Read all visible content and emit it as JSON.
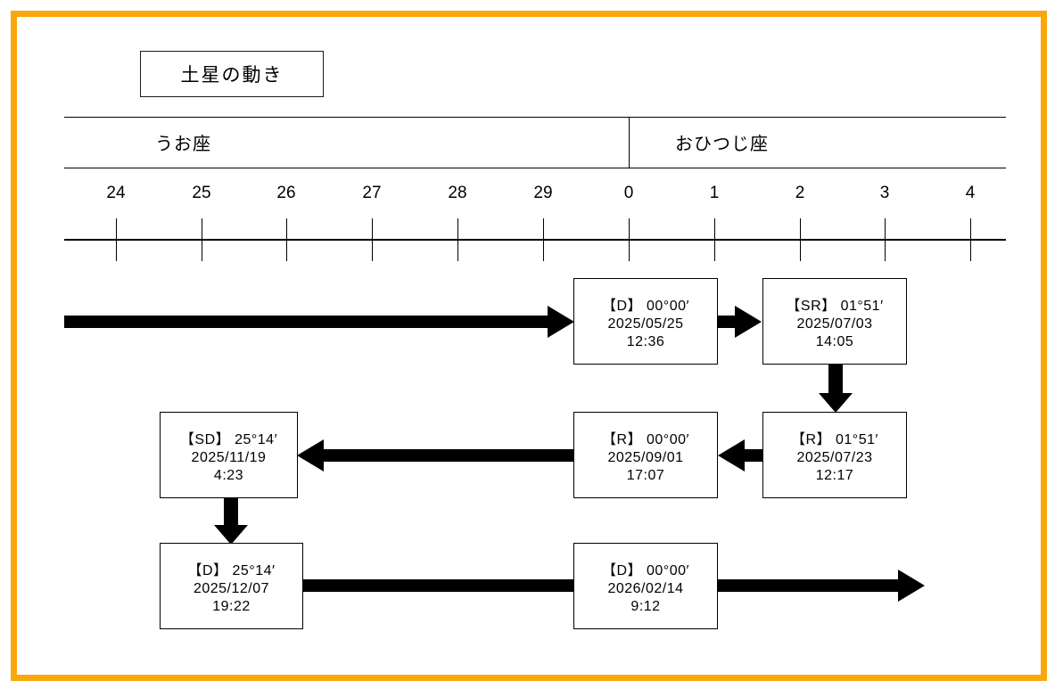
{
  "frame": {
    "border_color": "#f9a80b"
  },
  "title": {
    "text": "土星の動き"
  },
  "zodiac": {
    "signs": [
      {
        "name": "pisces",
        "label": "うお座"
      },
      {
        "name": "aries",
        "label": "おひつじ座"
      }
    ]
  },
  "axis": {
    "tick_labels": [
      "24",
      "25",
      "26",
      "27",
      "28",
      "29",
      "0",
      "1",
      "2",
      "3",
      "4"
    ]
  },
  "events": [
    {
      "id": "e1",
      "status": "【D】 00°00′",
      "date": "2025/05/25",
      "time": "12:36"
    },
    {
      "id": "e2",
      "status": "【SR】 01°51′",
      "date": "2025/07/03",
      "time": "14:05"
    },
    {
      "id": "e3",
      "status": "【R】 01°51′",
      "date": "2025/07/23",
      "time": "12:17"
    },
    {
      "id": "e4",
      "status": "【R】 00°00′",
      "date": "2025/09/01",
      "time": "17:07"
    },
    {
      "id": "e5",
      "status": "【SD】 25°14′",
      "date": "2025/11/19",
      "time": "4:23"
    },
    {
      "id": "e6",
      "status": "【D】 25°14′",
      "date": "2025/12/07",
      "time": "19:22"
    },
    {
      "id": "e7",
      "status": "【D】 00°00′",
      "date": "2026/02/14",
      "time": "9:12"
    }
  ],
  "chart_data": {
    "type": "diagram",
    "title": "土星の動き",
    "xlabel": "",
    "ylabel": "",
    "axis_ticks": [
      24,
      25,
      26,
      27,
      28,
      29,
      0,
      1,
      2,
      3,
      4
    ],
    "sign_boundary_tick": "0",
    "categories": [
      "うお座",
      "おひつじ座"
    ],
    "series": [
      {
        "name": "saturn-motion",
        "points": [
          {
            "label": "【D】 00°00′",
            "date": "2025/05/25",
            "time": "12:36",
            "degree": "00°00′",
            "phase": "D",
            "direction": "forward"
          },
          {
            "label": "【SR】 01°51′",
            "date": "2025/07/03",
            "time": "14:05",
            "degree": "01°51′",
            "phase": "SR",
            "direction": "forward"
          },
          {
            "label": "【R】 01°51′",
            "date": "2025/07/23",
            "time": "12:17",
            "degree": "01°51′",
            "phase": "R",
            "direction": "retrograde"
          },
          {
            "label": "【R】 00°00′",
            "date": "2025/09/01",
            "time": "17:07",
            "degree": "00°00′",
            "phase": "R",
            "direction": "retrograde"
          },
          {
            "label": "【SD】 25°14′",
            "date": "2025/11/19",
            "time": "4:23",
            "degree": "25°14′",
            "phase": "SD",
            "direction": "retrograde"
          },
          {
            "label": "【D】 25°14′",
            "date": "2025/12/07",
            "time": "19:22",
            "degree": "25°14′",
            "phase": "D",
            "direction": "forward"
          },
          {
            "label": "【D】 00°00′",
            "date": "2026/02/14",
            "time": "9:12",
            "degree": "00°00′",
            "phase": "D",
            "direction": "forward"
          }
        ]
      }
    ]
  }
}
